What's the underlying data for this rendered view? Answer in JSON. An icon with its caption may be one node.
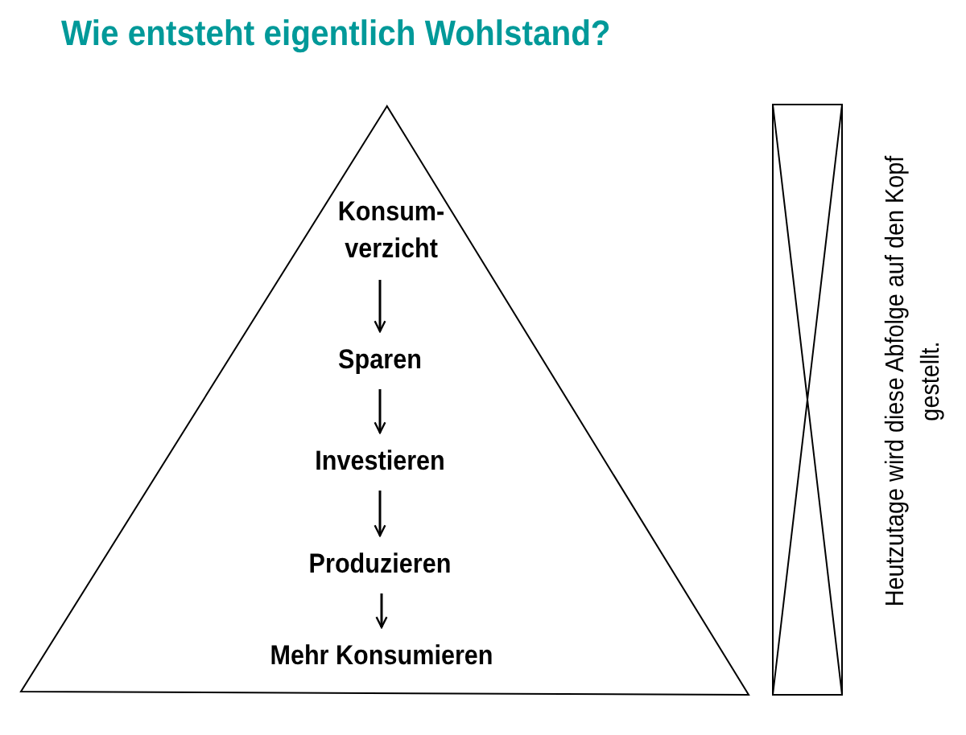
{
  "diagram": {
    "title": "Wie entsteht eigentlich Wohlstand?",
    "nodes": [
      {
        "text": [],
        "shape": "triangle"
      },
      {
        "text": [
          "Konsum- verzicht"
        ],
        "in": 0
      },
      {
        "text": [
          "Sparen"
        ],
        "in": 0
      },
      {
        "text": [
          "Investieren"
        ],
        "in": 0
      },
      {
        "text": [
          "Produzieren"
        ],
        "in": 0
      },
      {
        "text": [
          "Mehr Konsumieren"
        ],
        "in": 0
      }
    ],
    "edges": [
      {
        "from": 1,
        "to": 2,
        "arrow": "to"
      },
      {
        "from": 2,
        "to": 3,
        "arrow": "to"
      },
      {
        "from": 3,
        "to": 4,
        "arrow": "to"
      },
      {
        "from": 4,
        "to": 5,
        "arrow": "to"
      }
    ],
    "labels": [
      "Heutzutage wird diese Abfolge auf den Kopf gestellt."
    ]
  }
}
